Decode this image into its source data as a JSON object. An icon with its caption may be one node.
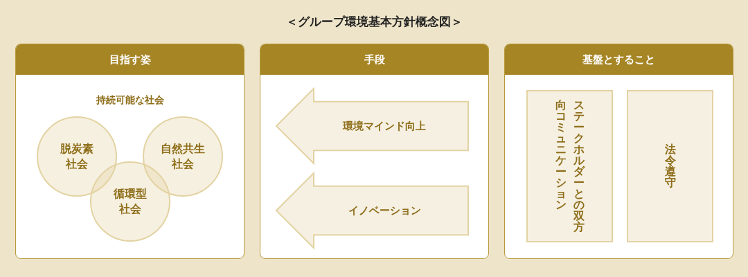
{
  "diagram": {
    "title": "＜グループ環境基本方針概念図＞",
    "nodes": [
      {
        "text": [
          "目指す姿",
          "持続可能な社会"
        ]
      },
      {
        "text": [
          "脱炭素社会"
        ],
        "in": 0
      },
      {
        "text": [
          "自然共生社会"
        ],
        "in": 0
      },
      {
        "text": [
          "循環型社会"
        ],
        "in": 0
      },
      {
        "text": [
          "手段"
        ]
      },
      {
        "text": [
          "環境マインド向上"
        ],
        "in": 4
      },
      {
        "text": [
          "イノベーション"
        ],
        "in": 4
      },
      {
        "text": [
          "基盤とすること"
        ]
      },
      {
        "text": [
          "ステークホルダーとの双方向コミュニケーション"
        ],
        "in": 7
      },
      {
        "text": [
          "法令遵守"
        ],
        "in": 7
      }
    ],
    "edges": []
  }
}
